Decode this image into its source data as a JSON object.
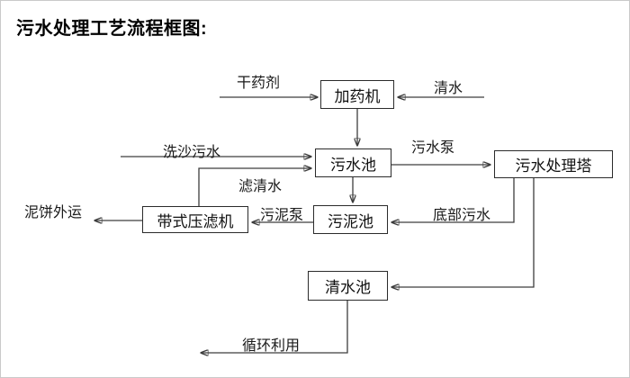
{
  "title": "污水处理工艺流程框图:",
  "nodes": {
    "dosing_machine": "加药机",
    "sewage_pool": "污水池",
    "treatment_tower": "污水处理塔",
    "sludge_pool": "污泥池",
    "belt_filter_press": "带式压滤机",
    "clear_water_pool": "清水池"
  },
  "edge_labels": {
    "dry_chemical": "干药剂",
    "clean_water": "清水",
    "sand_wash_sewage": "洗沙污水",
    "sewage_pump": "污水泵",
    "filtered_water": "滤清水",
    "sludge_pump": "污泥泵",
    "bottom_sewage": "底部污水",
    "mud_cake_out": "泥饼外运",
    "recycling": "循环利用"
  },
  "colors": {
    "background": "#ffffff",
    "line": "#3d3d3d",
    "box_border": "#2b2b2b",
    "text": "#111111"
  }
}
